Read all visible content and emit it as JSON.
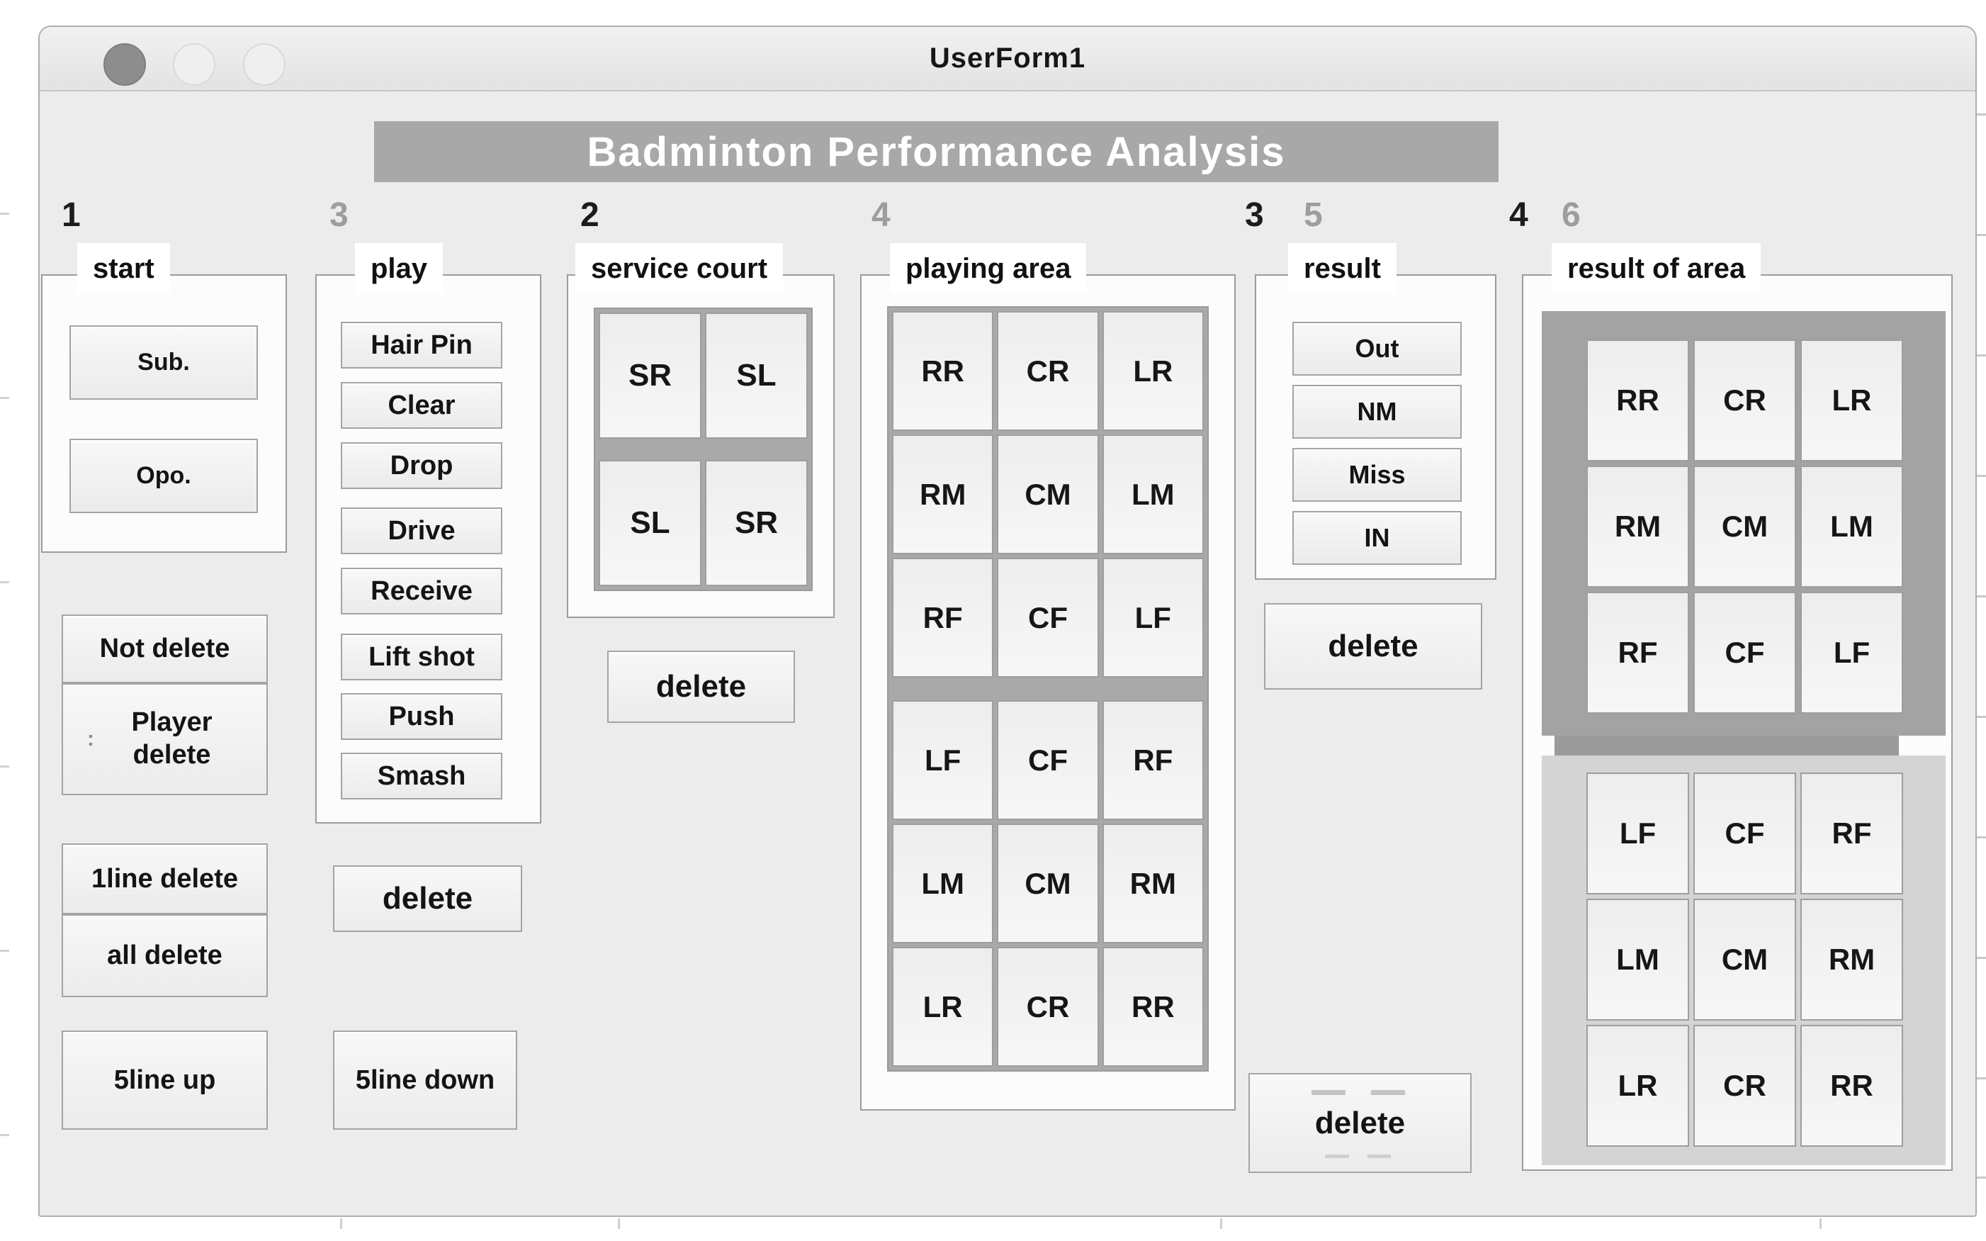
{
  "window": {
    "title": "UserForm1"
  },
  "banner": {
    "text": "Badminton Performance Analysis"
  },
  "steps": [
    {
      "label": "1",
      "tone": "dark"
    },
    {
      "label": "3",
      "tone": "gray"
    },
    {
      "label": "2",
      "tone": "dark"
    },
    {
      "label": "4",
      "tone": "gray"
    },
    {
      "label": "3",
      "tone": "dark"
    },
    {
      "label": "5",
      "tone": "gray"
    },
    {
      "label": "4",
      "tone": "dark"
    },
    {
      "label": "6",
      "tone": "gray"
    }
  ],
  "start": {
    "caption": "start",
    "sub_label": "Sub.",
    "opo_label": "Opo."
  },
  "left_buttons": {
    "not_delete": "Not delete",
    "player_delete_prefix": ":",
    "player_delete": "Player delete",
    "one_line_delete": "1line delete",
    "all_delete": "all delete",
    "five_line_up": "5line up",
    "five_line_down": "5line down"
  },
  "play": {
    "caption": "play",
    "buttons": [
      "Hair Pin",
      "Clear",
      "Drop",
      "Drive",
      "Receive",
      "Lift shot",
      "Push",
      "Smash"
    ],
    "delete_label": "delete"
  },
  "service_court": {
    "caption": "service court",
    "cells": [
      "SR",
      "SL",
      "SL",
      "SR"
    ],
    "delete_label": "delete"
  },
  "playing_area": {
    "caption": "playing area",
    "top_rows": [
      [
        "RR",
        "CR",
        "LR"
      ],
      [
        "RM",
        "CM",
        "LM"
      ],
      [
        "RF",
        "CF",
        "LF"
      ]
    ],
    "bottom_rows": [
      [
        "LF",
        "CF",
        "RF"
      ],
      [
        "LM",
        "CM",
        "RM"
      ],
      [
        "LR",
        "CR",
        "RR"
      ]
    ]
  },
  "result": {
    "caption": "result",
    "buttons": [
      "Out",
      "NM",
      "Miss",
      "IN"
    ],
    "delete_label": "delete",
    "delete_bottom_label": "delete"
  },
  "result_of_area": {
    "caption": "result of area",
    "top_rows": [
      [
        "RR",
        "CR",
        "LR"
      ],
      [
        "RM",
        "CM",
        "LM"
      ],
      [
        "RF",
        "CF",
        "LF"
      ]
    ],
    "bottom_rows": [
      [
        "LF",
        "CF",
        "RF"
      ],
      [
        "LM",
        "CM",
        "RM"
      ],
      [
        "LR",
        "CR",
        "RR"
      ]
    ]
  },
  "colors": {
    "banner_bg": "#a8a8a8",
    "dark_panel": "#a3a3a3",
    "light_panel": "#d4d4d4",
    "net_bar": "#9b9b9b",
    "number_gray": "#9d9d9d",
    "number_dark": "#1c1c1c"
  }
}
